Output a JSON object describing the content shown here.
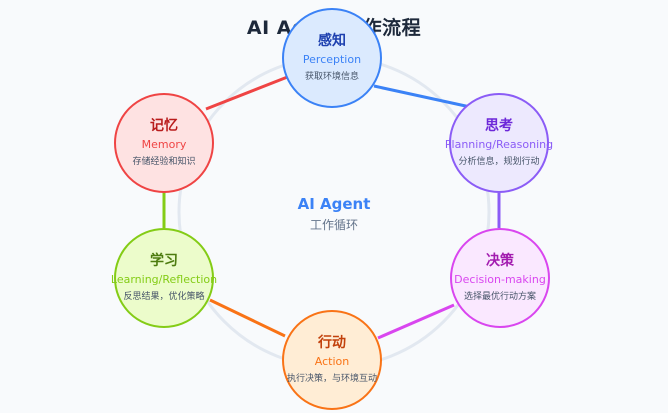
{
  "title": "AI Agent工作流程",
  "center": {
    "title": "AI Agent",
    "subtitle": "工作循环"
  },
  "colors": {
    "ring": "#e2e8f0",
    "perception": "#3b82f6",
    "planning": "#8b5cf6",
    "decision": "#d946ef",
    "action": "#f97316",
    "learning": "#84cc16",
    "memory": "#ef4444"
  },
  "nodes": [
    {
      "id": "perception",
      "cn": "感知",
      "en": "Perception",
      "desc": "获取环境信息",
      "color": "#3b82f6",
      "text_color": "#1e40af",
      "fill": "#dbeafe"
    },
    {
      "id": "planning",
      "cn": "思考",
      "en": "Planning/Reasoning",
      "desc": "分析信息，规划行动",
      "color": "#8b5cf6",
      "text_color": "#6d28d9",
      "fill": "#ede9fe"
    },
    {
      "id": "decision",
      "cn": "决策",
      "en": "Decision-making",
      "desc": "选择最优行动方案",
      "color": "#d946ef",
      "text_color": "#a21caf",
      "fill": "#fae8ff"
    },
    {
      "id": "action",
      "cn": "行动",
      "en": "Action",
      "desc": "执行决策，与环境互动",
      "color": "#f97316",
      "text_color": "#c2410c",
      "fill": "#ffedd5"
    },
    {
      "id": "learning",
      "cn": "学习",
      "en": "Learning/Reflection",
      "desc": "反思结果，优化策略",
      "color": "#84cc16",
      "text_color": "#4d7c0f",
      "fill": "#ecfccb"
    },
    {
      "id": "memory",
      "cn": "记忆",
      "en": "Memory",
      "desc": "存储经验和知识",
      "color": "#ef4444",
      "text_color": "#b91c1c",
      "fill": "#fee2e2"
    }
  ]
}
